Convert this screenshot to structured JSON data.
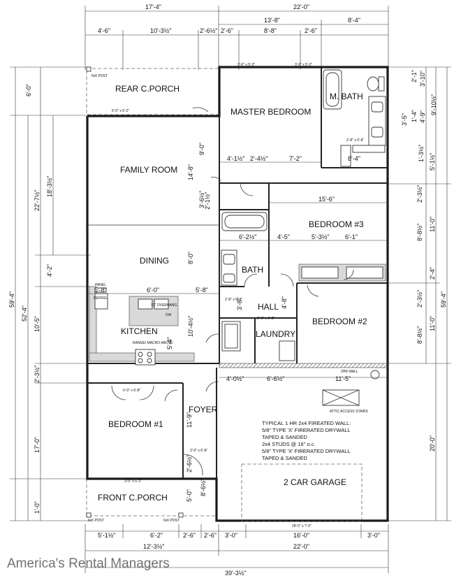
{
  "rooms": {
    "rear_porch": "REAR C.PORCH",
    "master_bedroom": "MASTER BEDROOM",
    "master_bath": "M. BATH",
    "family_room": "FAMILY ROOM",
    "bedroom3": "BEDROOM #3",
    "dining": "DINING",
    "bath": "BATH",
    "hall": "HALL",
    "kitchen": "KITCHEN",
    "bedroom2": "BEDROOM #2",
    "laundry": "LAUNDRY",
    "foyer": "FOYER",
    "bedroom1": "BEDROOM #1",
    "garage": "2 CAR GARAGE",
    "front_porch": "FRONT C.PORCH"
  },
  "dims": {
    "top_total_left": "17'-4\"",
    "top_total_right": "22'-0\"",
    "top_mid": "13'-8\"",
    "top_right": "8'-4\"",
    "top_a": "4'-6\"",
    "top_b": "10'-3½\"",
    "top_c": "2'-6½\"",
    "top_d": "2'-6\"",
    "top_e": "8'-8\"",
    "top_f": "2'-6\"",
    "family_depth": "14'-8\"",
    "hall_9": "9'-0\"",
    "mb_a": "4'-1½\"",
    "mb_b": "2'-4½\"",
    "mb_c": "7'-2\"",
    "mbath_w": "8'-4\"",
    "br3_w": "15'-6\"",
    "br3_d": "11'-0\"",
    "r_a": "2'-1\"",
    "r_b": "3'-10\"",
    "r_c": "9'-10½\"",
    "r_d": "4'-9\"",
    "r_e": "3'-5\"",
    "r_f": "1'-4\"",
    "r_g": "1'-3½\"",
    "r_h": "5'-1½\"",
    "r_i": "2'-3½\"",
    "r_j": "8'-8½\"",
    "r_k": "2'-4\"",
    "r_l": "2'-3½\"",
    "r_m": "8'-8½\"",
    "br2_d": "11'-0\"",
    "garage_d": "20'-0\"",
    "total_depth": "59'-4\"",
    "left_59": "59'-4\"",
    "left_52": "52'-4\"",
    "left_6": "6'-0\"",
    "left_22": "22'-7½\"",
    "left_18": "18'-3½\"",
    "left_4": "4'-2\"",
    "left_10": "10'-5\"",
    "left_2": "2'-3½\"",
    "left_17": "17'-0\"",
    "left_1": "1'-0\"",
    "bath_a": "6'-2½\"",
    "bath_b": "4'-5\"",
    "bath_c": "5'-3½\"",
    "bath_d": "6'-1\"",
    "hall_a": "3'-8\"",
    "hall_b": "4'-8\"",
    "fam_a": "3'-6½\"",
    "fam_b": "2'-1½\"",
    "dining_d": "8'-0\"",
    "kit_a": "6'-0\"",
    "kit_b": "5'-8\"",
    "kit_c": "5'-8\"",
    "kit_d": "10'-4½\"",
    "kit_e": "5'-4\"",
    "foyer_a": "11'-9\"",
    "foyer_b": "8'-6½\"",
    "foyer_c": "2'-6½\"",
    "foyer_d": "5'-0\"",
    "g_a": "4'-0½\"",
    "g_b": "6'-6½\"",
    "g_c": "11'-5\"",
    "g_d": "18'-0\" x 7'-0\"",
    "bot_a": "5'-1½\"",
    "bot_b": "6'-2\"",
    "bot_c": "2'-6\"",
    "bot_d": "2'-6\"",
    "bot_e": "3'-0\"",
    "bot_f": "16'-0\"",
    "bot_g": "3'-0\"",
    "bot_h": "22'-0\"",
    "bot_total": "39'-3½\"",
    "bot_left": "12'-3½\""
  },
  "labels": {
    "post_a": "6x6 POST",
    "post_b": "6x6 POST",
    "post_c": "6x6 POST",
    "panel": "PANEL",
    "refrig": "REFRIG.",
    "range": "RANGE/ MACRO ABOVE",
    "overhang": "12\" OVERHANG",
    "dw": "DW",
    "wall_2hr": "2HR WALL",
    "attic": "ATTIC ACCESS STAIRS",
    "door_a": "6'-0\" x 5'-2\"",
    "door_b": "3'-0\" x 5'-2\"",
    "door_c": "3'-0\" x 5'-2\"",
    "door_d": "2'-8\" x 6'-8\"",
    "door_e": "6'-0\" x 6'-8\"",
    "door_f": "3'-0\" x 5'-2\"",
    "door_g": "3'-0\" x 6'-8\"",
    "door_h": "2'-8\" x 6'-8\"",
    "door_i": "3'-0\" x 6'-8\""
  },
  "notes": [
    "TYPICAL 1 HR 2x4 FIREATED WALL:",
    "5/8\" TYPE 'X' FIRERATED DRYWALL",
    "TAPED & SANDED",
    "2x4 STUDS @ 16\" o.c.",
    "5/8\" TYPE 'X' FIRERATED DRYWALL",
    "TAPED & SANDED"
  ],
  "watermark": "America's Rental Managers"
}
